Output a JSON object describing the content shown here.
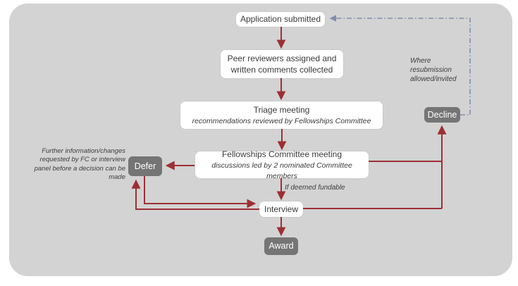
{
  "diagram": {
    "type": "flowchart",
    "nodes": {
      "application": {
        "label": "Application submitted"
      },
      "peer_review": {
        "label": "Peer reviewers assigned and written comments collected"
      },
      "triage": {
        "title": "Triage meeting",
        "subtitle": "recommendations reviewed by Fellowships Committee"
      },
      "fc_meeting": {
        "title": "Fellowships Committee meeting",
        "subtitle": "discussions led by 2 nominated Committee members"
      },
      "interview": {
        "label": "Interview"
      },
      "defer": {
        "label": "Defer"
      },
      "decline": {
        "label": "Decline"
      },
      "award": {
        "label": "Award"
      }
    },
    "annotations": {
      "defer_note": "Further information/changes requested by FC or interview panel before a decision can be made",
      "resubmission_note": "Where resubmission allowed/invited",
      "fundable_label": "If deemed fundable"
    },
    "edges": [
      {
        "from": "application",
        "to": "peer_review",
        "style": "solid-arrow"
      },
      {
        "from": "peer_review",
        "to": "triage",
        "style": "solid-arrow"
      },
      {
        "from": "triage",
        "to": "fc_meeting",
        "style": "solid-arrow"
      },
      {
        "from": "fc_meeting",
        "to": "defer",
        "style": "solid-arrow"
      },
      {
        "from": "fc_meeting",
        "to": "interview",
        "style": "solid-arrow",
        "label": "If deemed fundable"
      },
      {
        "from": "fc_meeting",
        "to": "decline",
        "style": "solid-arrow"
      },
      {
        "from": "defer",
        "to": "interview",
        "style": "solid-arrow"
      },
      {
        "from": "interview",
        "to": "defer",
        "style": "solid-arrow"
      },
      {
        "from": "interview",
        "to": "decline",
        "style": "solid-arrow"
      },
      {
        "from": "interview",
        "to": "award",
        "style": "solid-arrow"
      },
      {
        "from": "decline",
        "to": "application",
        "style": "dash-dot-arrow",
        "label": "Where resubmission allowed/invited"
      }
    ],
    "colors": {
      "canvas_bg": "#d3d3d3",
      "node_bg": "#ffffff",
      "node_text": "#3b3b3b",
      "terminal_bg": "#757575",
      "terminal_text": "#ffffff",
      "arrow": "#9d2f34",
      "resubmission_line": "#8090ab"
    }
  }
}
